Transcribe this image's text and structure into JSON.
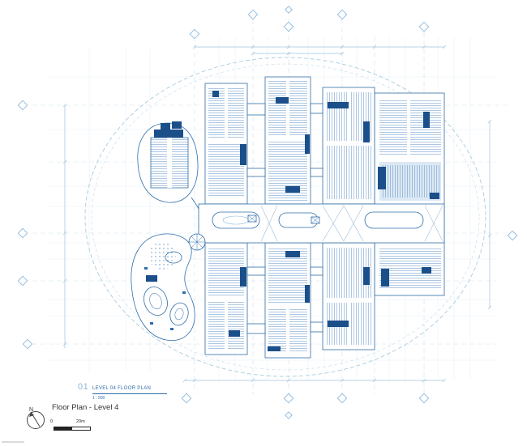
{
  "title_block": {
    "view_number": "01",
    "view_title": "LEVEL 04 FLOOR PLAN",
    "view_scale": "1 : 500"
  },
  "caption": {
    "text": "Floor Plan - Level 4"
  },
  "north_indicator": {
    "label": "N"
  },
  "scale_bar": {
    "start_label": "0",
    "end_label": "20m"
  },
  "drawing": {
    "type": "architectural-floor-plan",
    "level_shown": "Level 4",
    "boundary": "elliptical dashed building envelope",
    "colors": {
      "line_blue": "#2e6da8",
      "dark_blue": "#1b4f8a",
      "light_blue": "#8ab6d8",
      "grid_blue": "#d9e7f2",
      "fill_light": "#dce9f4"
    }
  }
}
